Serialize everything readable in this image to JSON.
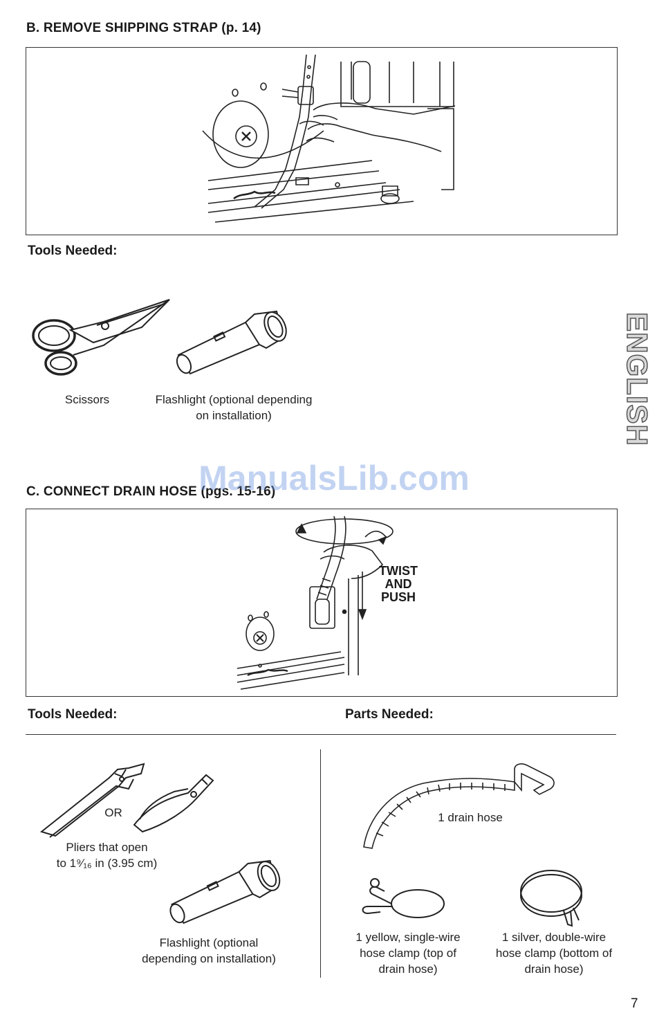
{
  "section_b": {
    "heading": "B. REMOVE SHIPPING STRAP (p. 14)",
    "tools_heading": "Tools Needed:",
    "tools": [
      {
        "label": "Scissors",
        "icon": "scissors-icon"
      },
      {
        "label": "Flashlight (optional depending on installation)",
        "icon": "flashlight-icon"
      }
    ]
  },
  "section_c": {
    "heading": "C. CONNECT DRAIN HOSE (pgs. 15-16)",
    "illustration_text": {
      "line1": "TWIST",
      "line2": "AND",
      "line3": "PUSH"
    },
    "tools_heading": "Tools Needed:",
    "parts_heading": "Parts Needed:",
    "or_label": "OR",
    "tools": [
      {
        "label_line1": "Pliers that open",
        "label_line2": "to 1⁹⁄₁₆ in (3.95 cm)",
        "icon": "pliers-icon"
      },
      {
        "label_line1": "Flashlight (optional",
        "label_line2": "depending on installation)",
        "icon": "flashlight-icon"
      }
    ],
    "parts": [
      {
        "label": "1 drain hose",
        "icon": "drain-hose-icon"
      },
      {
        "label_line1": "1 yellow, single-wire",
        "label_line2": "hose clamp (top of",
        "label_line3": "drain hose)",
        "icon": "single-wire-clamp-icon"
      },
      {
        "label_line1": "1 silver, double-wire",
        "label_line2": "hose clamp (bottom of",
        "label_line3": "drain hose)",
        "icon": "double-wire-clamp-icon"
      }
    ]
  },
  "side_tab": "ENGLISH",
  "watermark": "ManualsLib.com",
  "page_number": "7",
  "colors": {
    "text": "#1a1a1a",
    "rule": "#333333",
    "watermark": "#6e96e1",
    "tab_fill": "#d9d9d9"
  }
}
